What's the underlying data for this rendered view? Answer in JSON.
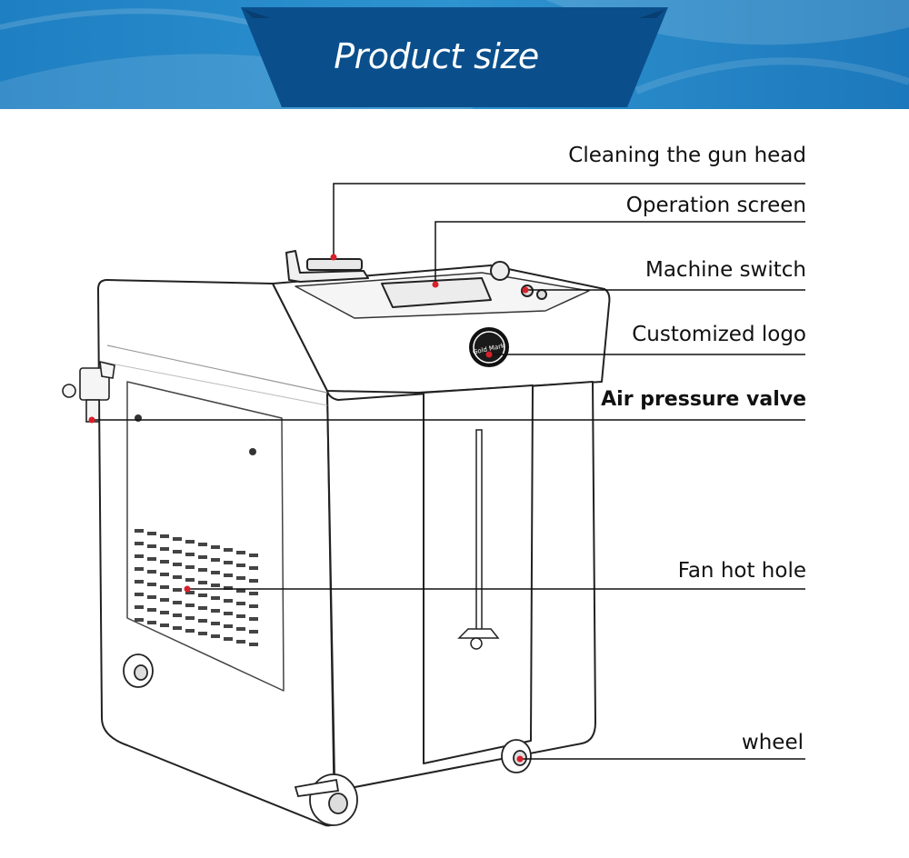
{
  "header": {
    "title": "Product size",
    "colors": {
      "dark": "#0a4f8c",
      "light": "#2a8ac8"
    }
  },
  "machine": {
    "logo_text": "Gold Mark"
  },
  "callouts": [
    {
      "id": "gun-head",
      "label": "Cleaning the gun head"
    },
    {
      "id": "operation-screen",
      "label": "Operation screen"
    },
    {
      "id": "machine-switch",
      "label": "Machine switch"
    },
    {
      "id": "customized-logo",
      "label": "Customized logo"
    },
    {
      "id": "air-pressure-valve",
      "label": "Air pressure valve"
    },
    {
      "id": "fan-hot-hole",
      "label": "Fan hot hole"
    },
    {
      "id": "wheel",
      "label": "wheel"
    }
  ],
  "colors": {
    "marker": "#d8202a",
    "line": "#111111"
  }
}
